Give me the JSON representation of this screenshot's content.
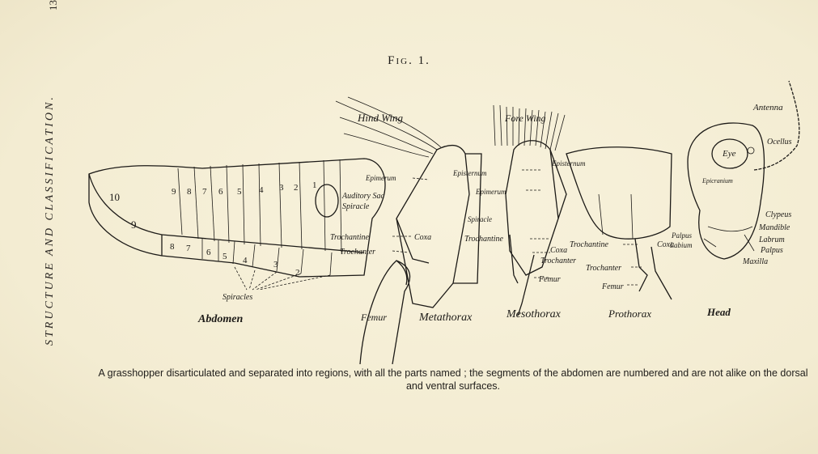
{
  "page": {
    "running_head": "STRUCTURE AND CLASSIFICATION.",
    "page_number": "13"
  },
  "figure": {
    "title": "Fig. 1.",
    "regions": [
      "Abdomen",
      "Metathorax",
      "Mesothorax",
      "Prothorax",
      "Head"
    ],
    "labels": {
      "hind_wing": "Hind Wing",
      "fore_wing": "Fore Wing",
      "epimerum": "Epimerum",
      "episternum": "Episternum",
      "episternum2": "Episternum",
      "epimerum2": "Epimerum",
      "spiracle": "Spiracle",
      "auditory_sac": "Auditory Sac",
      "auditory_spiracle": "Spiracle",
      "trochantine": "Trochantine",
      "trochanter": "Trochanter",
      "coxa": "Coxa",
      "femur": "Femur",
      "trochantine2": "Trochantine",
      "trochanter2": "Trochanter",
      "coxa2": "Coxa",
      "femur2": "Femur",
      "spiracle2": "Spiracle",
      "trochantine3": "Trochantine",
      "coxa3": "Coxa",
      "trochanter3": "Trochanter",
      "femur3": "Femur",
      "spiracles": "Spiracles",
      "antenna": "Antenna",
      "ocellus": "Ocellus",
      "eye": "Eye",
      "epicranium": "Epicranium",
      "clypeus": "Clypeus",
      "mandible": "Mandible",
      "labrum": "Labrum",
      "palpus": "Palpus",
      "maxilla": "Maxilla",
      "palpus2": "Palpus",
      "labium": "Labium"
    },
    "dorsal_segments": [
      "10",
      "9",
      "8",
      "7",
      "6",
      "5",
      "4",
      "3",
      "2",
      "1"
    ],
    "ventral_segments": [
      "9",
      "8",
      "7",
      "6",
      "5",
      "4",
      "3",
      "2"
    ]
  },
  "caption": "A grasshopper disarticulated and separated into regions, with all the parts named ; the segments of the abdomen are numbered and are not alike on the dorsal and ventral surfaces."
}
